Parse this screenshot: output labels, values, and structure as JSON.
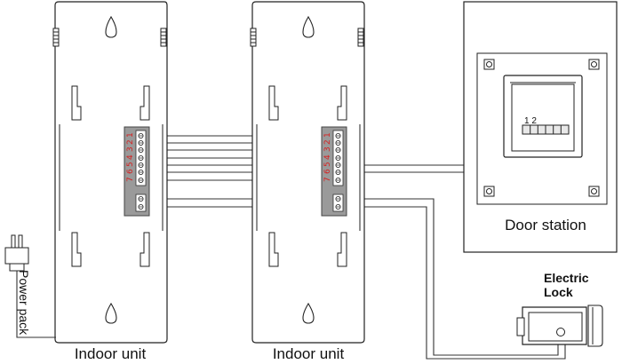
{
  "labels": {
    "indoor_unit_1": "Indoor unit",
    "indoor_unit_2": "Indoor unit",
    "door_station": "Door station",
    "electric_lock_line1": "Electric",
    "electric_lock_line2": "Lock",
    "power_pack": "Power pack",
    "door_terminal_numbers": "1 2"
  },
  "terminal_numbers": [
    "1",
    "2",
    "3",
    "4",
    "5",
    "6",
    "7"
  ],
  "colors": {
    "stroke": "#1a1a1a",
    "terminal_block": "#9a9a9a",
    "terminal_numbers": "#d62020",
    "background": "#ffffff"
  }
}
